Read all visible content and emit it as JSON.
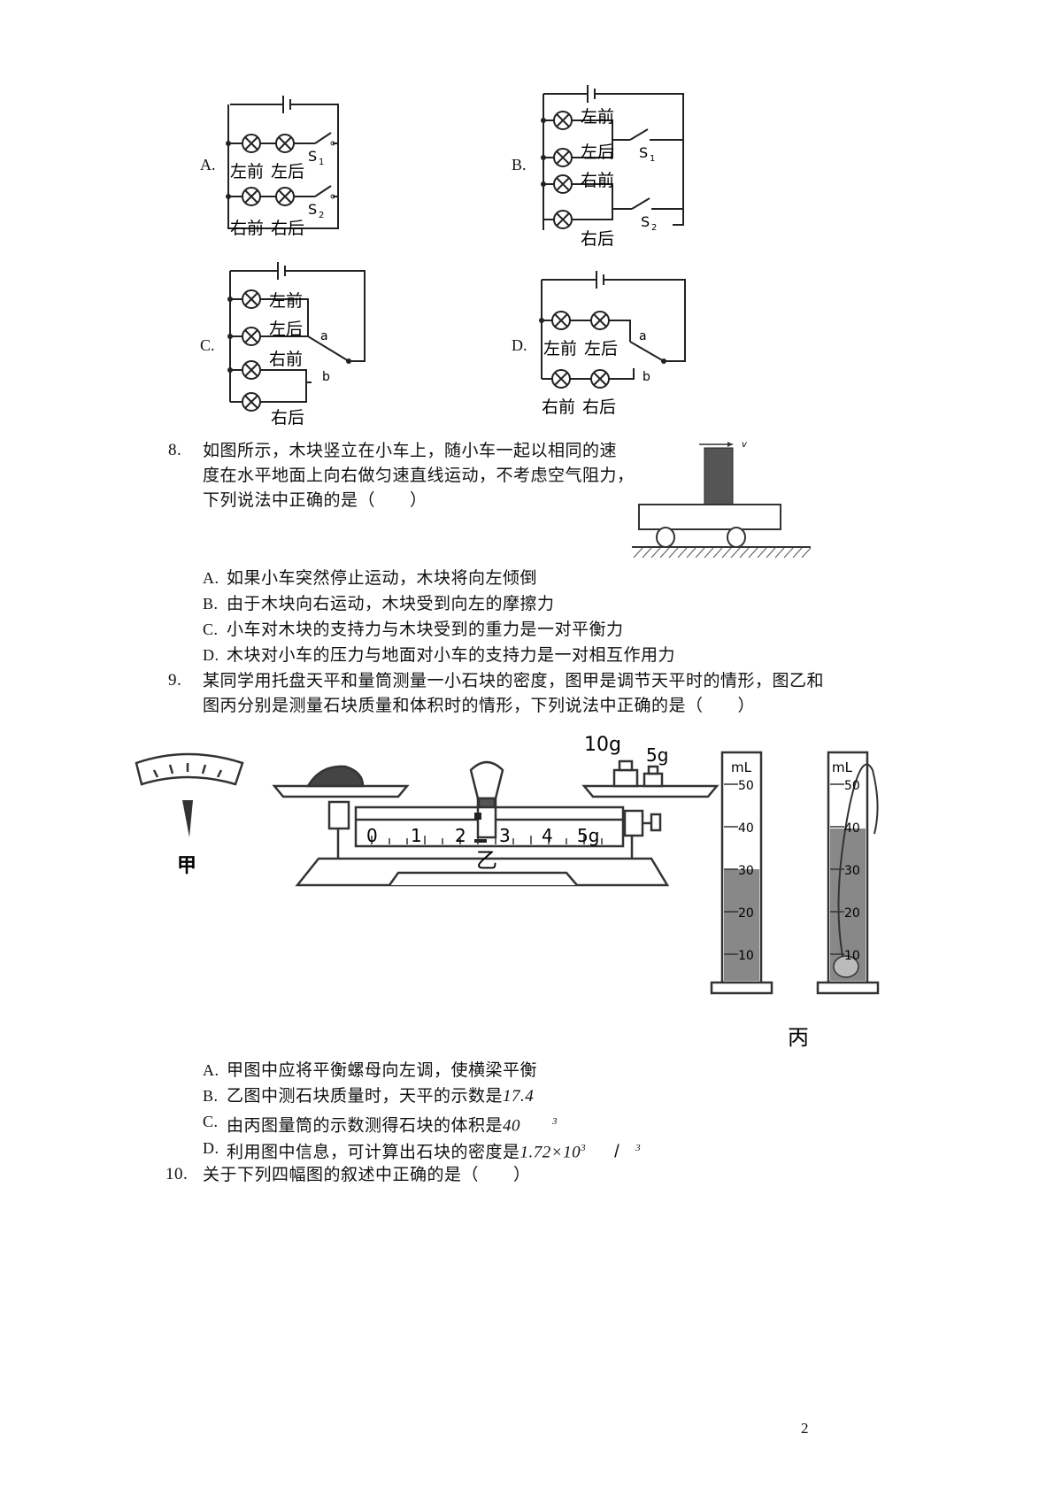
{
  "circuits": {
    "A": {
      "label": "A.",
      "s1": "S",
      "s1sub": "1",
      "s2": "S",
      "s2sub": "2",
      "l1": "左前",
      "l2": "左后",
      "l3": "右前",
      "l4": "右后"
    },
    "B": {
      "label": "B.",
      "l1": "左前",
      "l2": "左后",
      "l3": "右前",
      "l4": "右后",
      "s1": "S",
      "s1sub": "1",
      "s2": "S",
      "s2sub": "2"
    },
    "C": {
      "label": "C.",
      "l1": "左前",
      "l2": "左后",
      "l3": "右前",
      "l4": "右后",
      "a": "a",
      "b": "b"
    },
    "D": {
      "label": "D.",
      "l1": "左前",
      "l2": "左后",
      "l3": "右前",
      "l4": "右后",
      "a": "a",
      "b": "b"
    }
  },
  "q8": {
    "number": "8.",
    "lines": [
      "如图所示，木块竖立在小车上，随小车一起以相同的速",
      "度在水平地面上向右做匀速直线运动，不考虑空气阻力，",
      "下列说法中正确的是（　　）"
    ],
    "figure_v": "v",
    "options": [
      {
        "label": "A.",
        "text": "如果小车突然停止运动，木块将向左倾倒"
      },
      {
        "label": "B.",
        "text": "由于木块向右运动，木块受到向左的摩擦力"
      },
      {
        "label": "C.",
        "text": "小车对木块的支持力与木块受到的重力是一对平衡力"
      },
      {
        "label": "D.",
        "text": "木块对小车的压力与地面对小车的支持力是一对相互作用力"
      }
    ]
  },
  "q9": {
    "number": "9.",
    "lines": [
      "某同学用托盘天平和量筒测量一小石块的密度，图甲是调节天平时的情形，图乙和",
      "图丙分别是测量石块质量和体积时的情形，下列说法中正确的是（　　）"
    ],
    "fig": {
      "jia": "甲",
      "yi": "乙",
      "bing": "丙",
      "w10": "10g",
      "w5": "5g",
      "scale": [
        "0",
        "1",
        "2",
        "3",
        "4",
        "5g"
      ],
      "ml": "mL",
      "cyl_ticks": [
        "50",
        "40",
        "30",
        "20",
        "10"
      ]
    },
    "options": [
      {
        "label": "A.",
        "text": "甲图中应将平衡螺母向左调，使横梁平衡",
        "val": "",
        "sup": "",
        "tail": ""
      },
      {
        "label": "B.",
        "text": "乙图中测石块质量时，天平的示数是",
        "val": "17.4",
        "sup": "",
        "tail": ""
      },
      {
        "label": "C.",
        "text": "由丙图量筒的示数测得石块的体积是",
        "val": "40",
        "sup": "3",
        "tail": ""
      },
      {
        "label": "D.",
        "text": "利用图中信息，可计算出石块的密度是",
        "val": "1.72×10",
        "sup": "3",
        "tail": "/",
        "sup2": "3"
      }
    ]
  },
  "q10": {
    "number": "10.",
    "text": "关于下列四幅图的叙述中正确的是（　　）"
  },
  "page_number": "2"
}
